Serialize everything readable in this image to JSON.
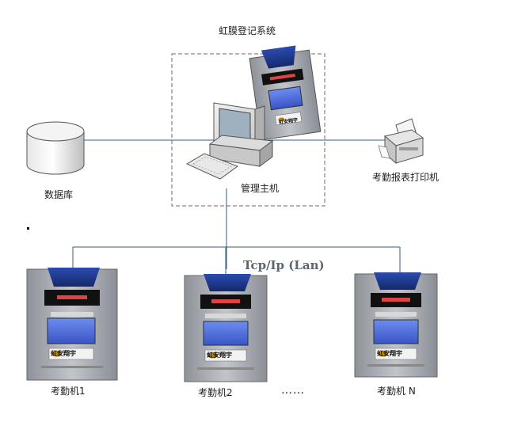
{
  "title": "虹膜登记系统",
  "labels": {
    "database": "数据库",
    "host": "管理主机",
    "printer": "考勤报表打印机",
    "protocol": "Tcp/Ip (Lan)",
    "ellipsis": "……"
  },
  "terminals": [
    {
      "label": "考勤机1",
      "brand": "虹安翔宇"
    },
    {
      "label": "考勤机2",
      "brand": "虹安翔宇"
    },
    {
      "label": "考勤机 N",
      "brand": "虹安翔宇"
    }
  ],
  "registration_device": {
    "brand": "虹安翔宇"
  },
  "colors": {
    "line": "#2f5f7f",
    "dashed_box": "#8a5a6a",
    "device_body": "#a9adb3",
    "device_visor": "#1f3a8a",
    "screen": "#4a6ad8"
  },
  "icons": {
    "database": "database-cylinder-icon",
    "host": "desktop-computer-icon",
    "printer": "printer-icon",
    "terminal": "iris-attendance-terminal-icon"
  }
}
